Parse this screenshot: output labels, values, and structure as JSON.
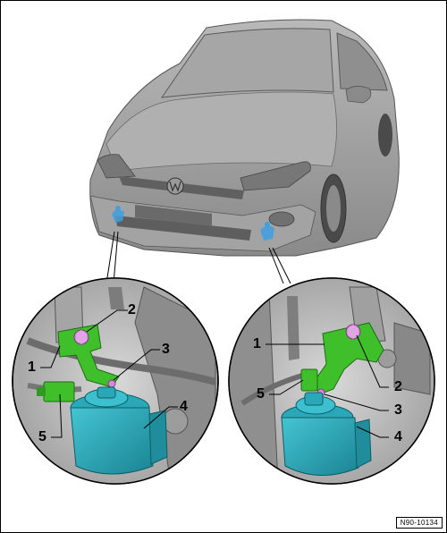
{
  "diagram": {
    "reference_code": "N90-10134",
    "left_detail": {
      "callouts": [
        {
          "id": "1",
          "label": "1"
        },
        {
          "id": "2",
          "label": "2"
        },
        {
          "id": "3",
          "label": "3"
        },
        {
          "id": "4",
          "label": "4"
        },
        {
          "id": "5",
          "label": "5"
        }
      ]
    },
    "right_detail": {
      "callouts": [
        {
          "id": "1",
          "label": "1"
        },
        {
          "id": "2",
          "label": "2"
        },
        {
          "id": "3",
          "label": "3"
        },
        {
          "id": "4",
          "label": "4"
        },
        {
          "id": "5",
          "label": "5"
        }
      ]
    },
    "colors": {
      "car_body": "#9a9a9a",
      "bracket": "#3fbf2a",
      "bolt": "#d48ad8",
      "horn": "#2aa8b8",
      "highlight": "#3f9fe0"
    }
  }
}
